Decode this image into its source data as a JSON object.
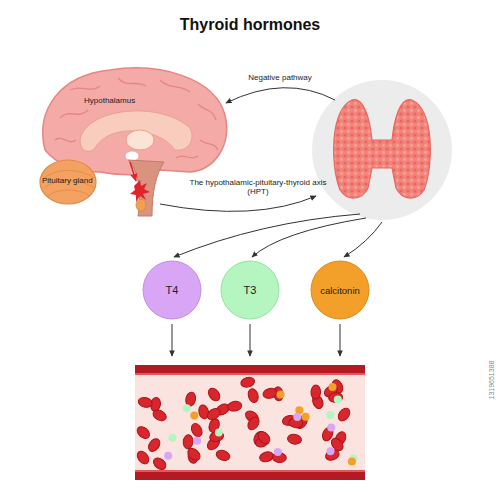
{
  "diagram": {
    "title": "Thyroid hormones",
    "nodes": [
      {
        "text": [
          "T4"
        ]
      },
      {
        "text": [
          "T3"
        ]
      },
      {
        "text": [
          "calcitonin"
        ]
      }
    ],
    "labels": [
      "Hypothalamus",
      "Pituitary gland",
      "Negative pathway",
      "The hypothalamic-pituitary-thyroid axis (HPT)",
      "1319651388"
    ]
  }
}
